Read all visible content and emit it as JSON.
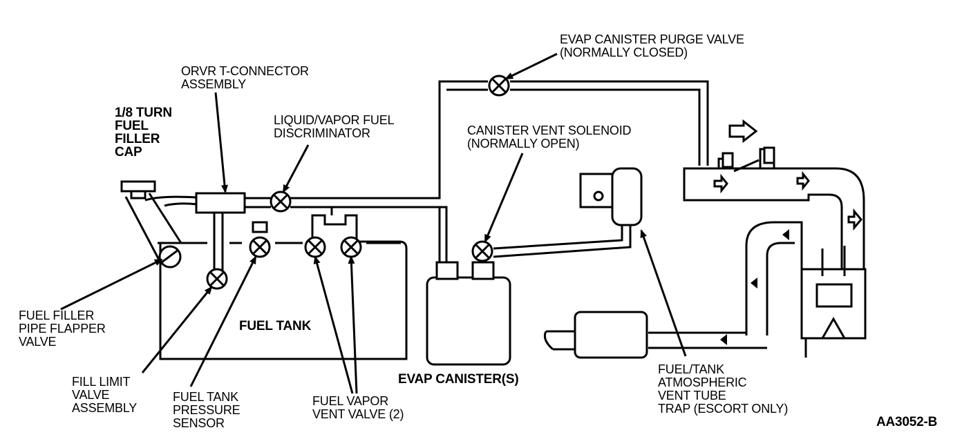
{
  "labels": {
    "cap": "1/8 TURN\nFUEL\nFILLER\nCAP",
    "orvr": "ORVR T-CONNECTOR\nASSEMBLY",
    "discriminator": "LIQUID/VAPOR FUEL\nDISCRIMINATOR",
    "purge_valve": "EVAP CANISTER PURGE VALVE\n(NORMALLY CLOSED)",
    "vent_solenoid": "CANISTER VENT SOLENOID\n(NORMALLY OPEN)",
    "flapper": "FUEL FILLER\nPIPE FLAPPER\nVALVE",
    "fill_limit": "FILL LIMIT\nVALVE\nASSEMBLY",
    "pressure_sensor": "FUEL TANK\nPRESSURE\nSENSOR",
    "vapor_vent": "FUEL VAPOR\nVENT VALVE (2)",
    "fuel_tank": "FUEL TANK",
    "evap_canister": "EVAP CANISTER(S)",
    "atmospheric_trap": "FUEL/TANK\nATMOSPHERIC\nVENT TUBE\nTRAP (ESCORT ONLY)",
    "figure_id": "AA3052-B"
  },
  "colors": {
    "ink": "#000000",
    "paper": "#ffffff"
  },
  "icons": [
    "valve-icon",
    "arrow-icon",
    "flow-arrow-icon",
    "vapor-flow-arrow-icon"
  ]
}
